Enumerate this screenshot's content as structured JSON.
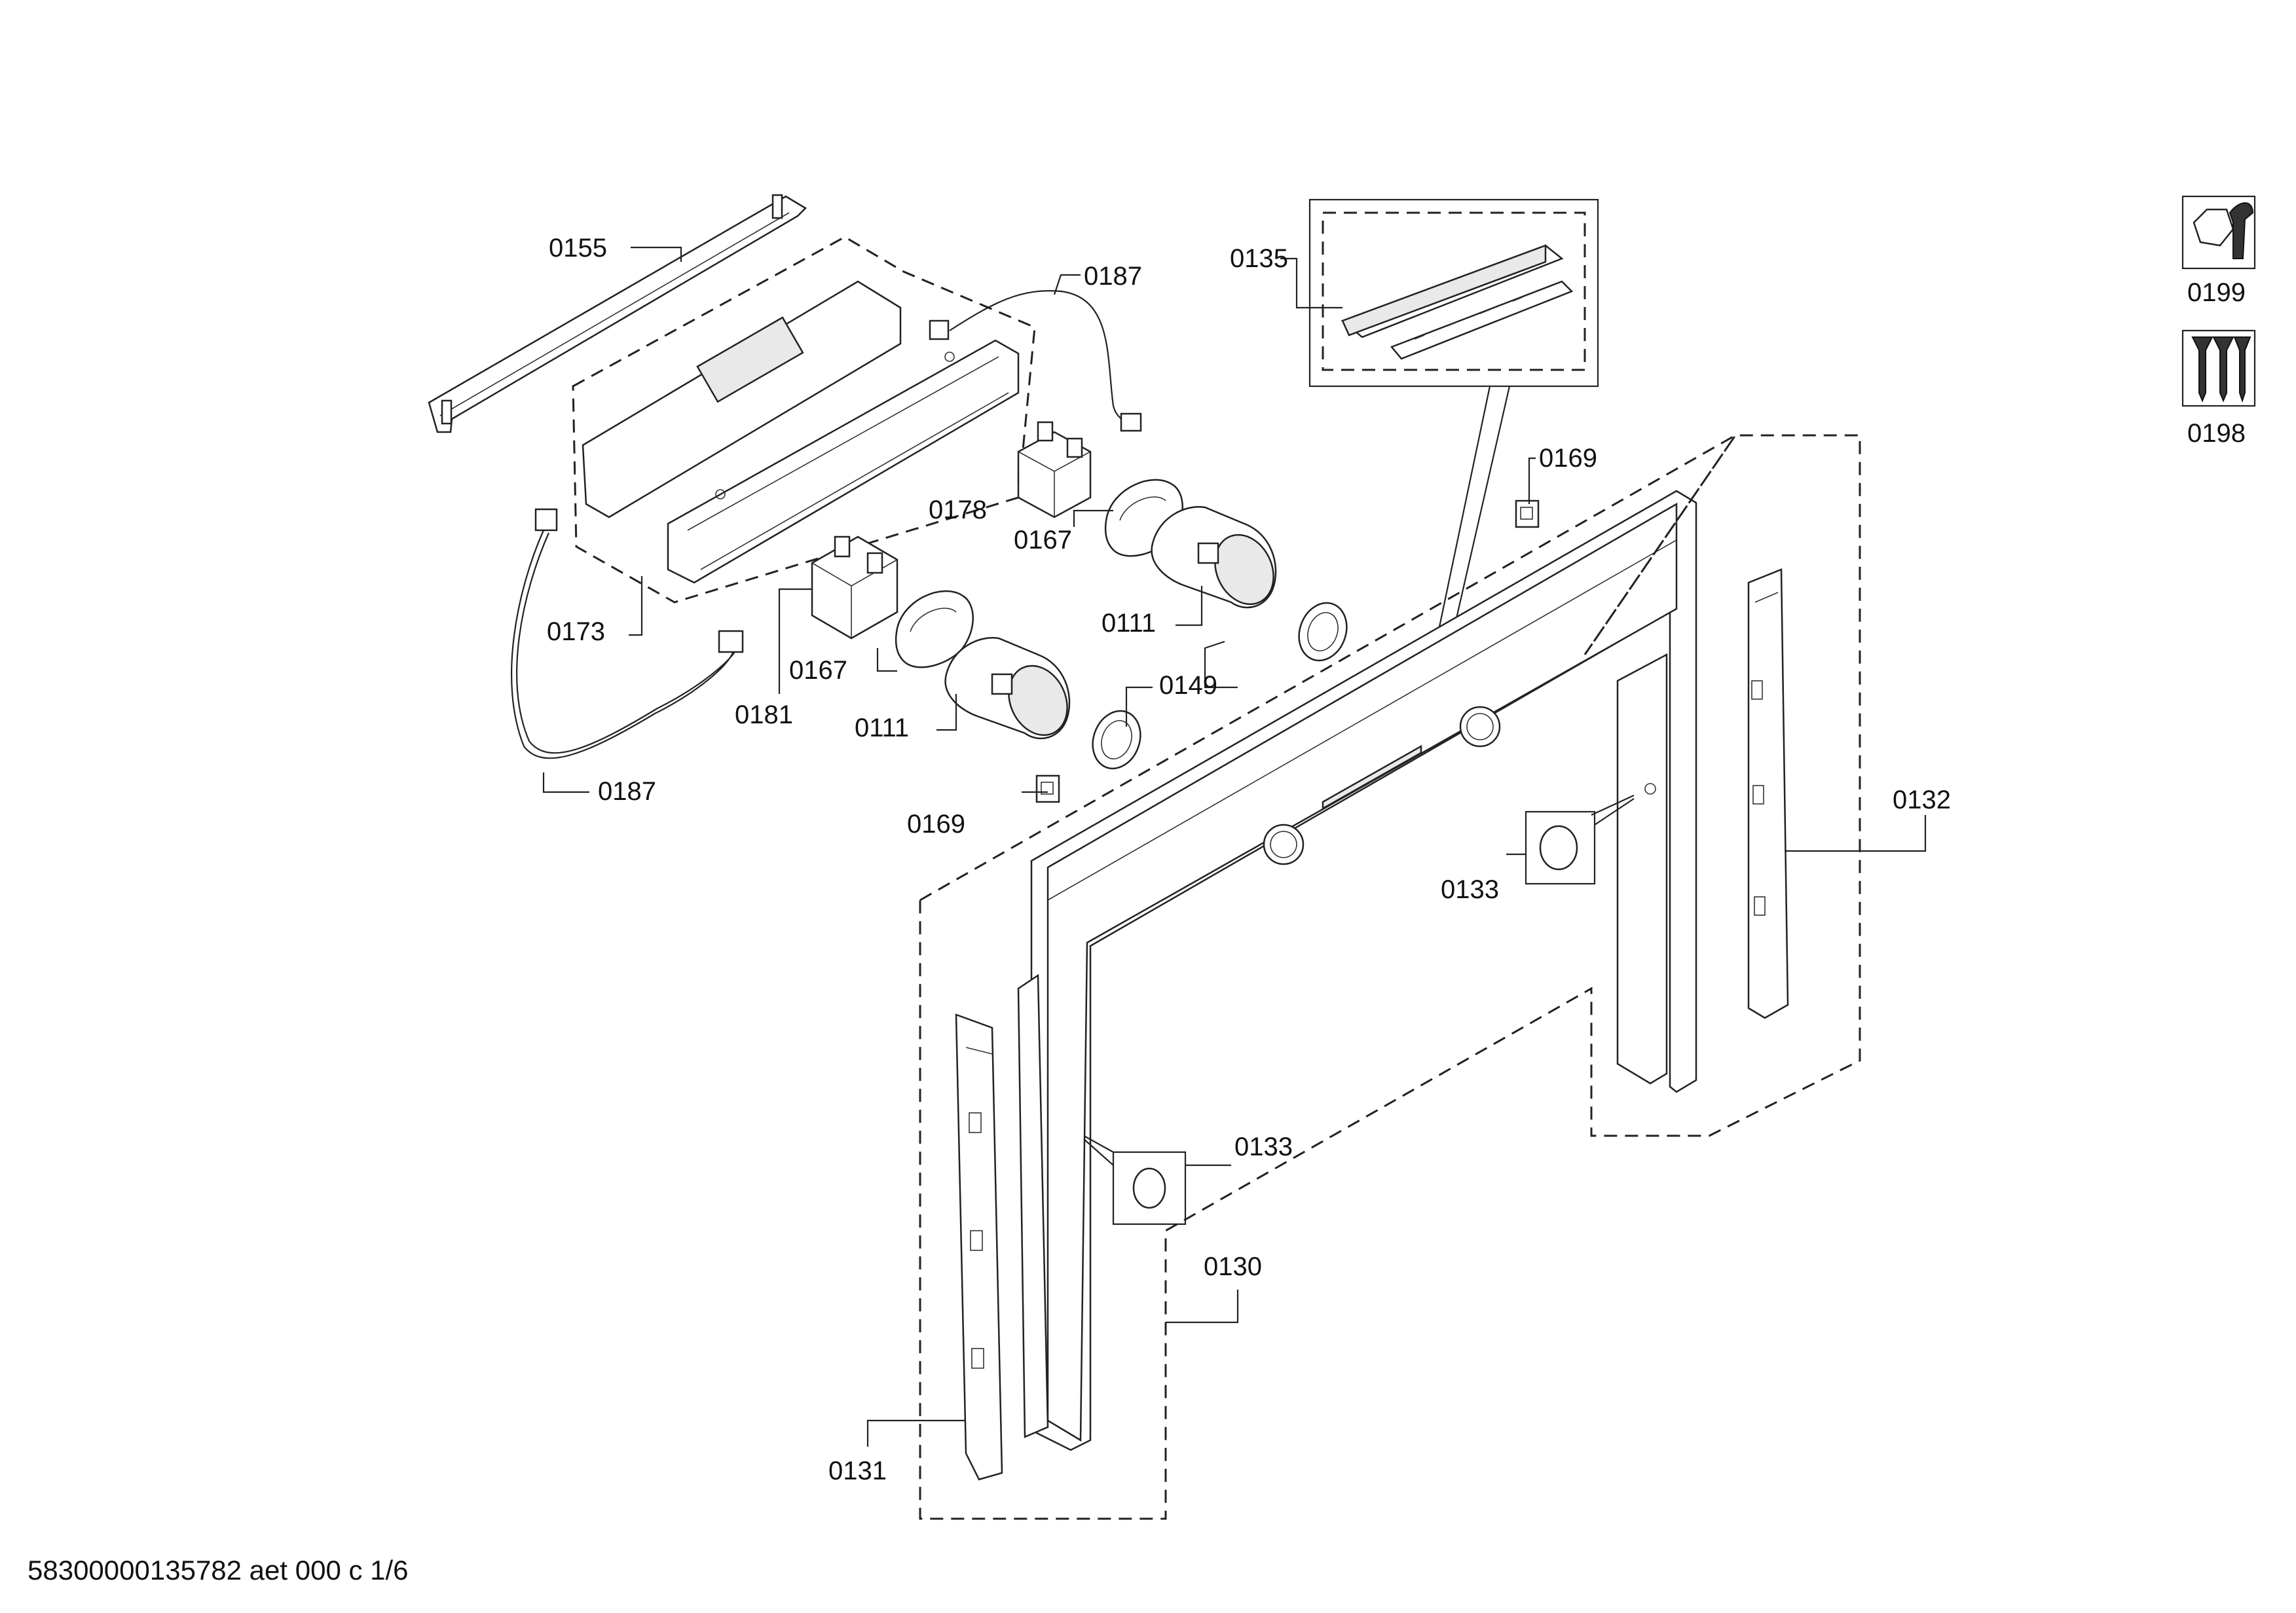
{
  "callouts": {
    "c0155": "0155",
    "c0187_top": "0187",
    "c0135": "0135",
    "c0178": "0178",
    "c0167_a": "0167",
    "c0169_a": "0169",
    "c0173": "0173",
    "c0111_a": "0111",
    "c0149": "0149",
    "c0167_b": "0167",
    "c0181": "0181",
    "c0111_b": "0111",
    "c0187_bottom": "0187",
    "c0169_b": "0169",
    "c0132": "0132",
    "c0133_a": "0133",
    "c0133_b": "0133",
    "c0130": "0130",
    "c0131": "0131",
    "c0199": "0199",
    "c0198": "0198"
  },
  "footer": {
    "document_id": "58300000135782 aet 000 c 1/6"
  },
  "icons": {
    "tool_icon": "nut-and-wrench-icon",
    "screws_icon": "screws-icon"
  }
}
